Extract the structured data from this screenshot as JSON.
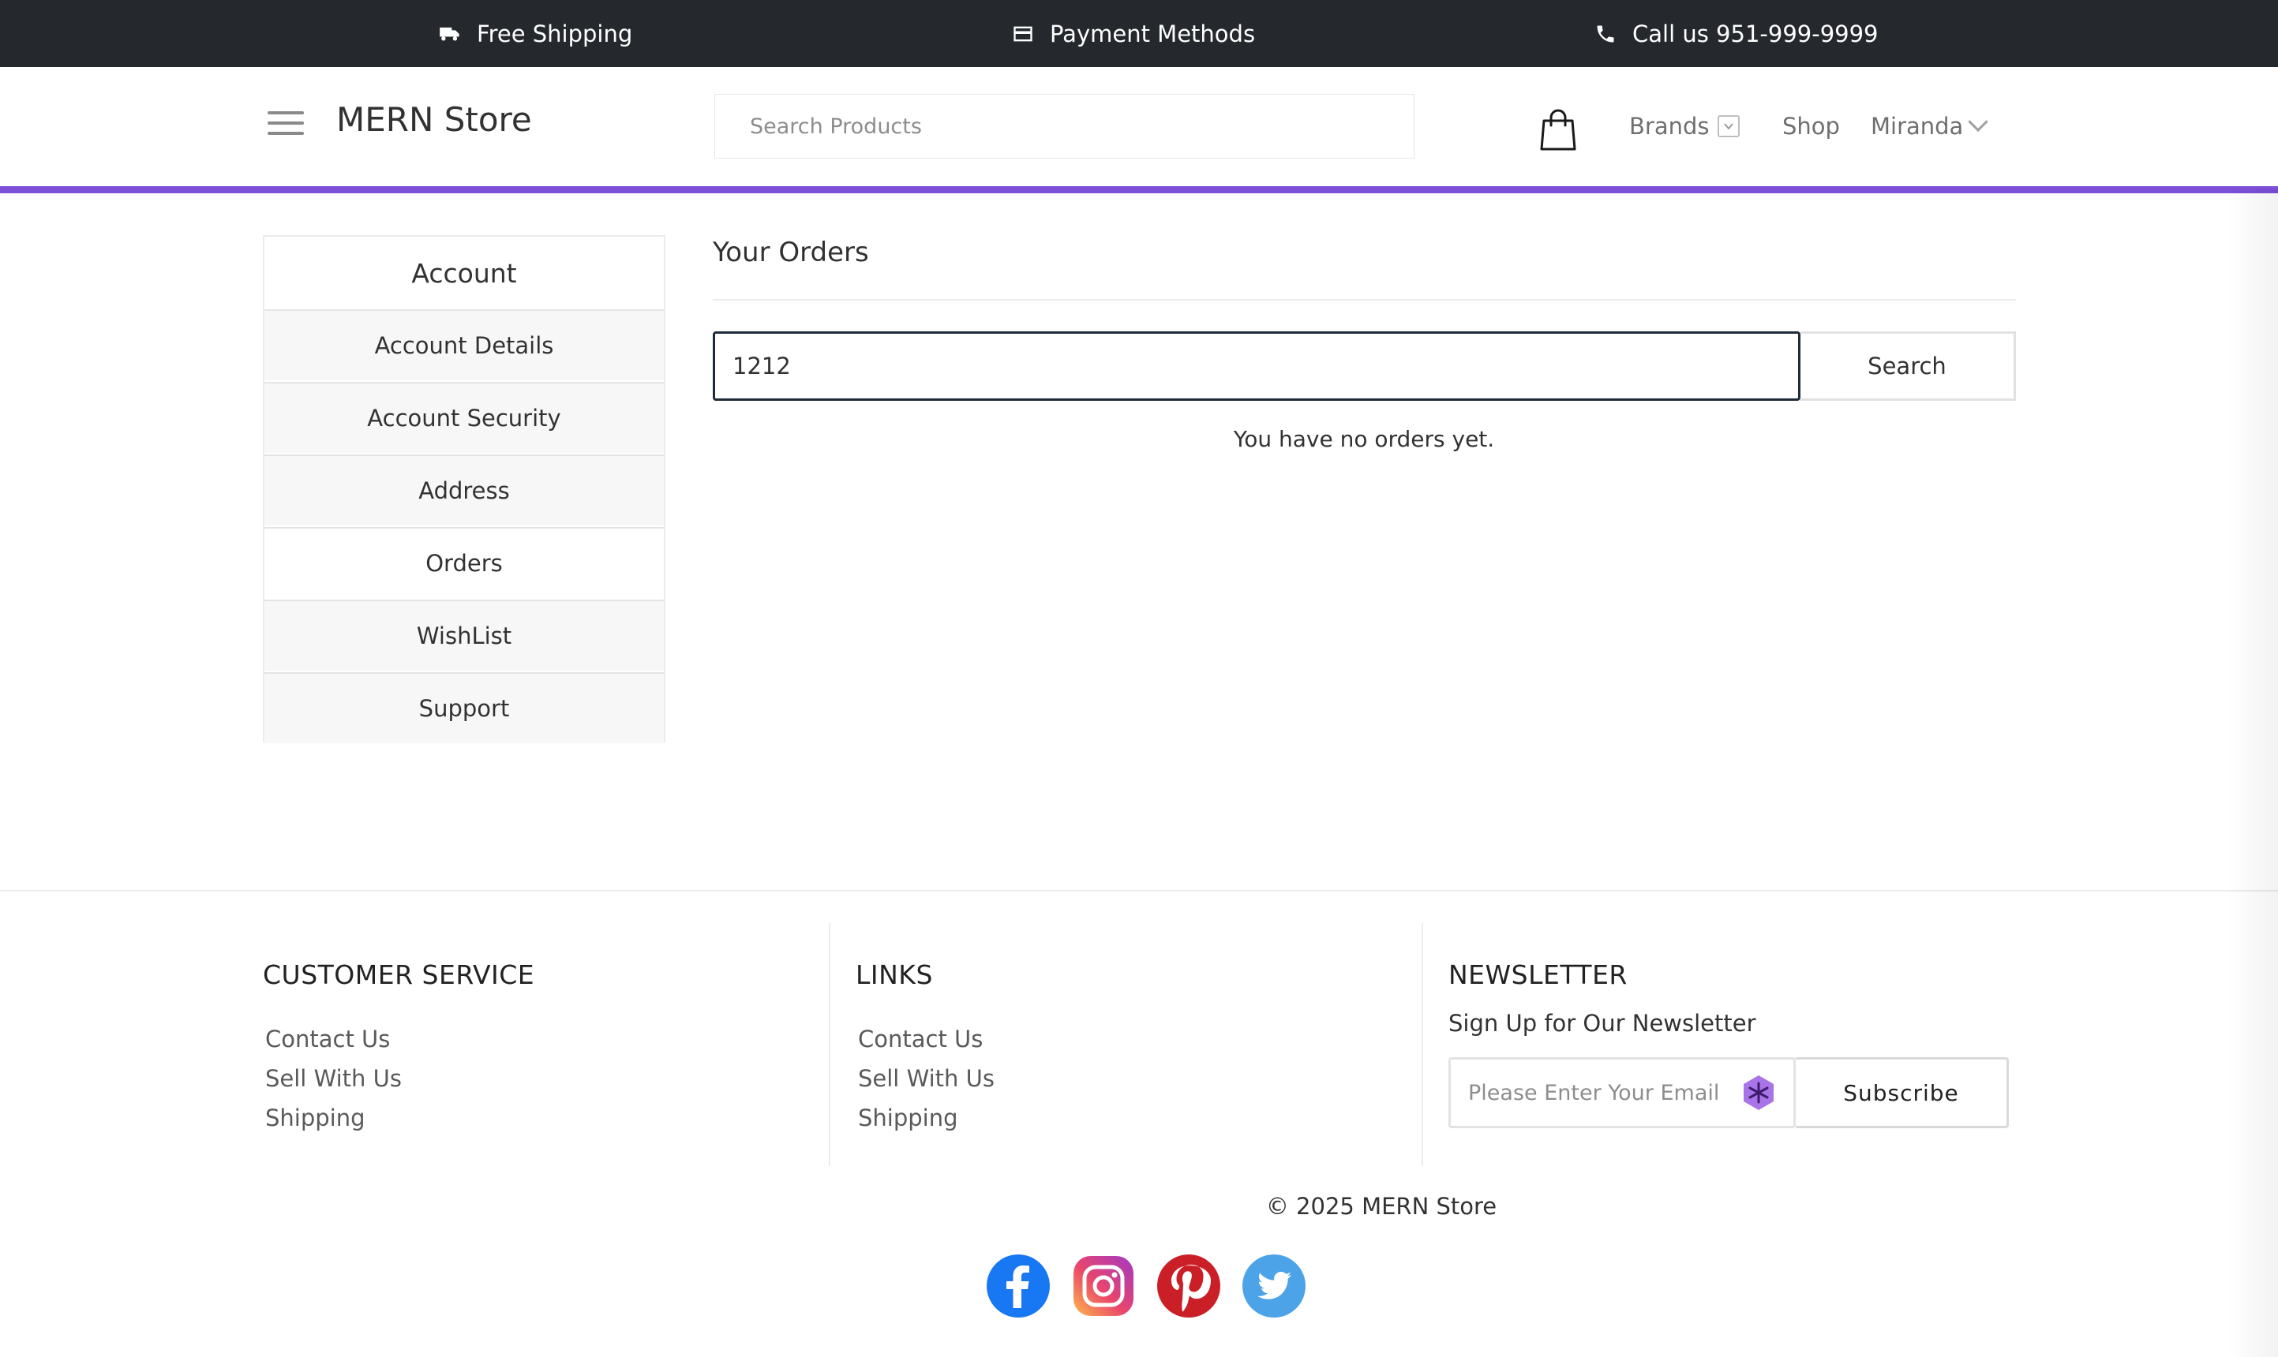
{
  "topbar": {
    "shipping": "Free Shipping",
    "payment": "Payment Methods",
    "call": "Call us 951-999-9999"
  },
  "header": {
    "brand": "MERN Store",
    "search_placeholder": "Search Products",
    "nav": {
      "brands": "Brands",
      "shop": "Shop",
      "user": "Miranda"
    }
  },
  "account": {
    "title": "Account",
    "items": [
      {
        "label": "Account Details"
      },
      {
        "label": "Account Security"
      },
      {
        "label": "Address"
      },
      {
        "label": "Orders"
      },
      {
        "label": "WishList"
      },
      {
        "label": "Support"
      }
    ],
    "active_item": "Orders"
  },
  "orders": {
    "title": "Your Orders",
    "search_value": "1212",
    "search_button": "Search",
    "empty_message": "You have no orders yet."
  },
  "footer": {
    "customer_service": {
      "heading": "CUSTOMER SERVICE",
      "links": [
        "Contact Us",
        "Sell With Us",
        "Shipping"
      ]
    },
    "links": {
      "heading": "LINKS",
      "links": [
        "Contact Us",
        "Sell With Us",
        "Shipping"
      ]
    },
    "newsletter": {
      "heading": "NEWSLETTER",
      "subtitle": "Sign Up for Our Newsletter",
      "email_placeholder": "Please Enter Your Email",
      "button": "Subscribe"
    },
    "copyright": "© 2025 MERN Store",
    "social": [
      "facebook-icon",
      "instagram-icon",
      "pinterest-icon",
      "twitter-icon"
    ]
  },
  "colors": {
    "topbar_bg": "#25282d",
    "accent": "#7b4fd8",
    "facebook": "#1877f2",
    "pinterest": "#cb1f27",
    "twitter": "#4ca3e8"
  }
}
